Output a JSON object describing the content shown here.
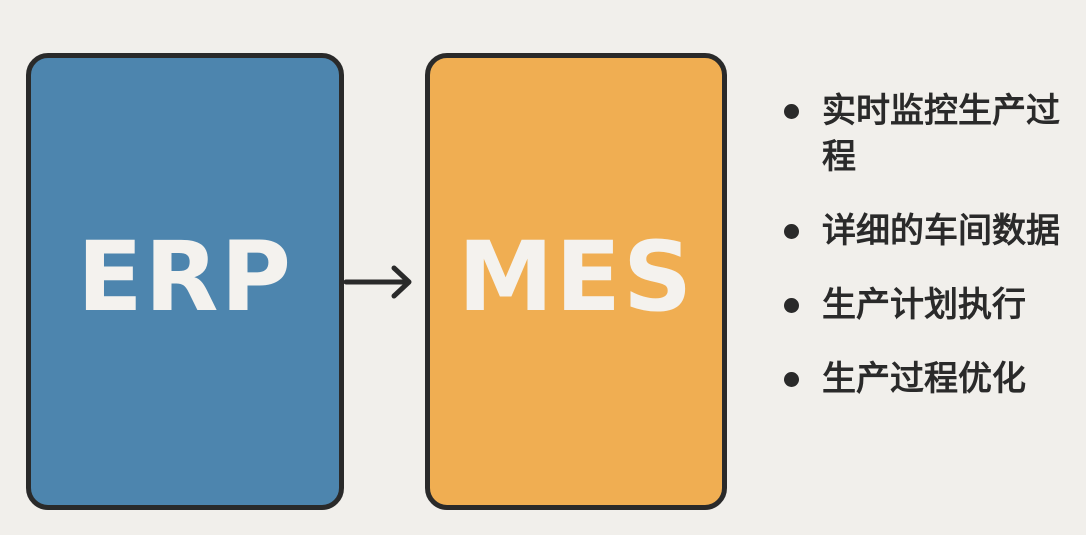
{
  "diagram": {
    "source_box": {
      "label": "ERP",
      "color": "#4d85ae"
    },
    "target_box": {
      "label": "MES",
      "color": "#f0ae52"
    },
    "arrow_color": "#2a2a2a",
    "features": [
      {
        "text": "实时监控生产过程"
      },
      {
        "text": "详细的车间数据"
      },
      {
        "text": "生产计划执行"
      },
      {
        "text": "生产过程优化"
      }
    ]
  }
}
